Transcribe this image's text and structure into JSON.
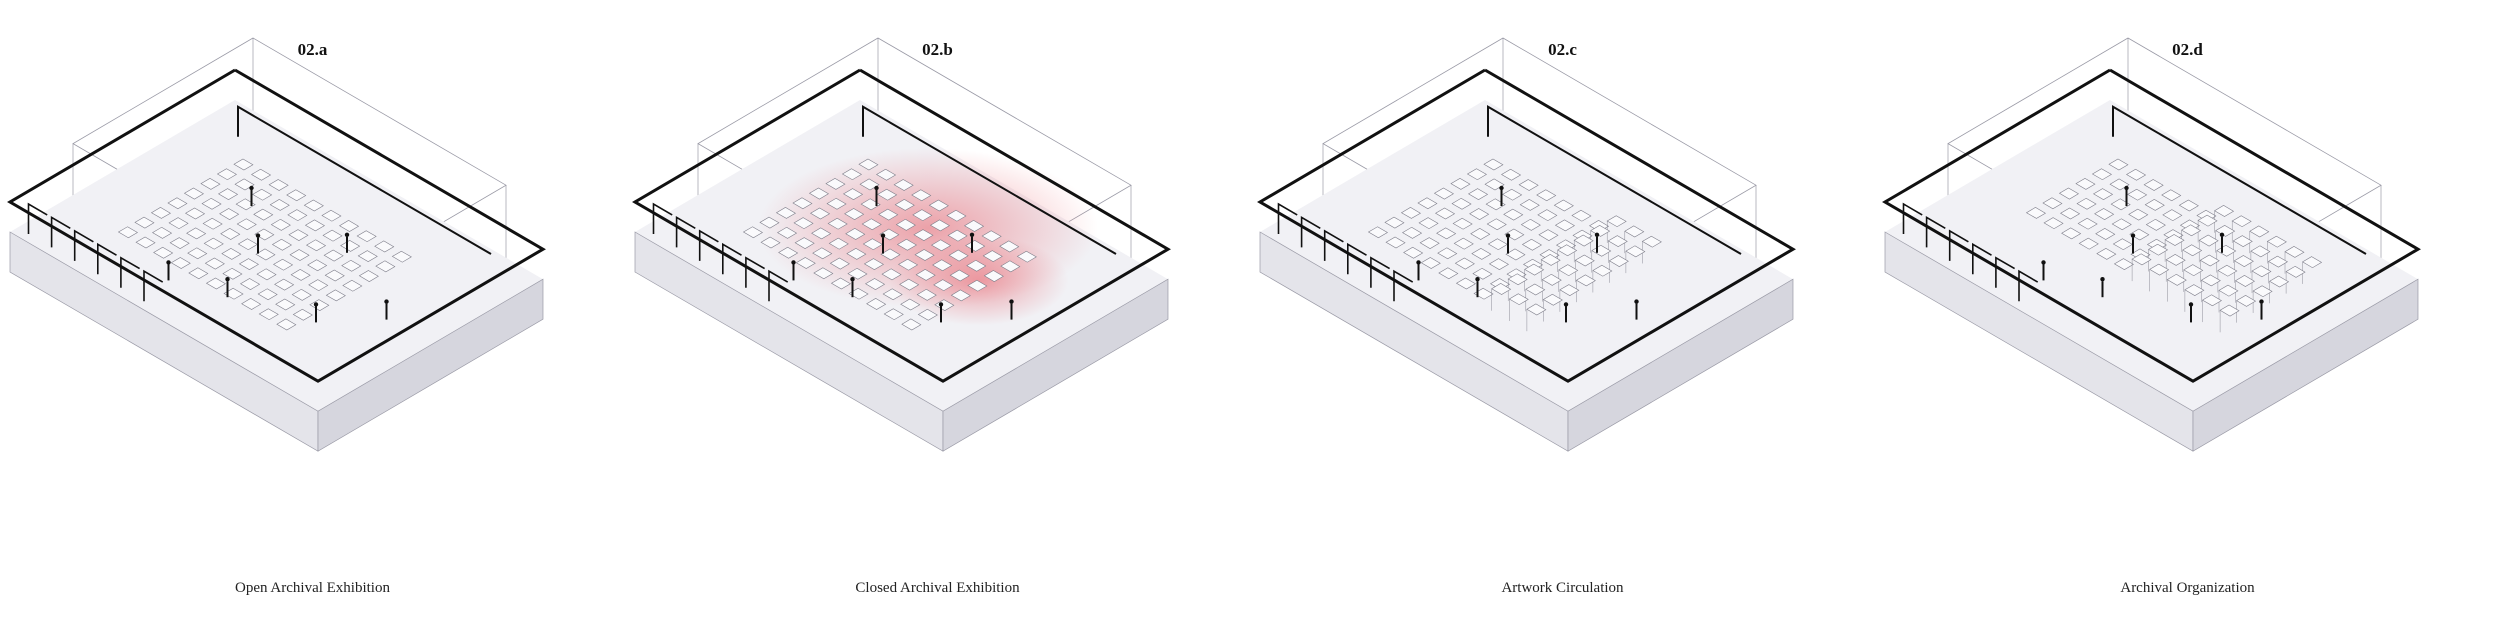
{
  "panels": [
    {
      "id": "02.a",
      "title": "02.a",
      "caption": "Open Archival Exhibition",
      "variant": "open"
    },
    {
      "id": "02.b",
      "title": "02.b",
      "caption": "Closed Archival Exhibition",
      "variant": "closed"
    },
    {
      "id": "02.c",
      "title": "02.c",
      "caption": "Artwork Circulation",
      "variant": "circulation"
    },
    {
      "id": "02.d",
      "title": "02.d",
      "caption": "Archival Organization",
      "variant": "organization"
    }
  ],
  "colors": {
    "outline": "#111111",
    "thin_line": "#9a9aa6",
    "floor": "#f1f1f5",
    "wall_side": "#e4e4ea",
    "heat": "#e8606a"
  }
}
